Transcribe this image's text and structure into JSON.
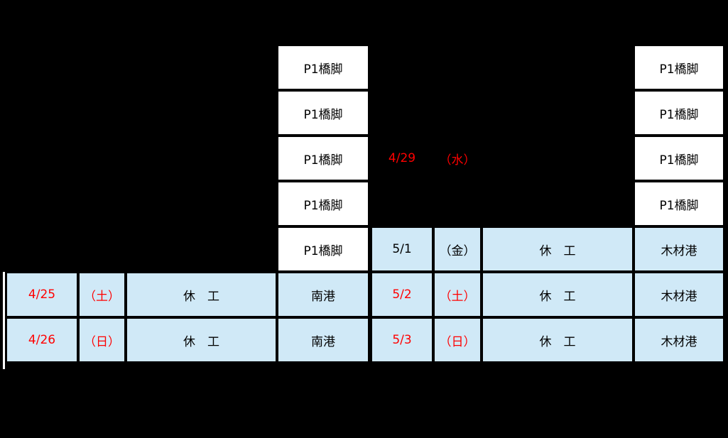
{
  "colors": {
    "background": "#000000",
    "cell_white": "#ffffff",
    "cell_blue": "#d0e9f7",
    "date_red": "#ff0000",
    "text_black": "#000000"
  },
  "left_week": {
    "location_cells": [
      "P1橋脚",
      "P1橋脚",
      "P1橋脚",
      "P1橋脚",
      "P1橋脚"
    ],
    "rows": [
      {
        "date": "4/25",
        "day": "（土）",
        "work": "休　工",
        "location": "南港",
        "date_is_holiday": true
      },
      {
        "date": "4/26",
        "day": "（日）",
        "work": "休　工",
        "location": "南港",
        "date_is_holiday": true
      }
    ]
  },
  "right_week": {
    "location_cells": [
      "P1橋脚",
      "P1橋脚",
      "P1橋脚",
      "P1橋脚"
    ],
    "holiday": {
      "date": "4/29",
      "day": "（水）"
    },
    "rows": [
      {
        "date": "5/1",
        "day": "（金）",
        "work": "休　工",
        "location": "木材港",
        "date_is_holiday": false
      },
      {
        "date": "5/2",
        "day": "（土）",
        "work": "休　工",
        "location": "木材港",
        "date_is_holiday": true
      },
      {
        "date": "5/3",
        "day": "（日）",
        "work": "休　工",
        "location": "木材港",
        "date_is_holiday": true
      }
    ]
  }
}
